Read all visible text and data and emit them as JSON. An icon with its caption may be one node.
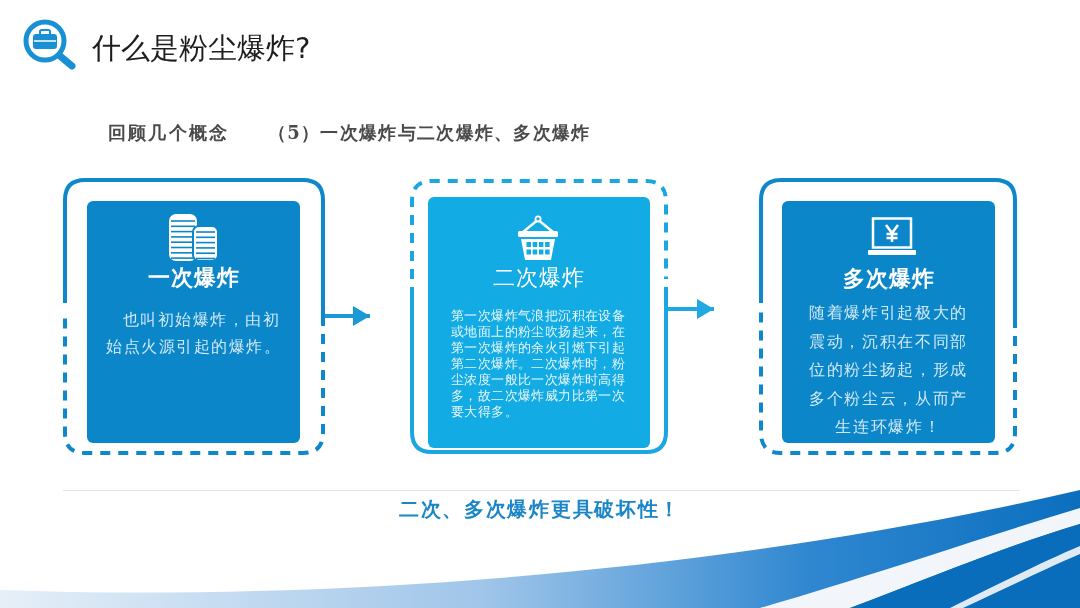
{
  "diagram": {
    "title": "什么是粉尘爆炸?",
    "nodes": [
      {
        "text": [],
        "shape": "box"
      },
      {
        "text": [
          "一次爆炸",
          "也叫初始爆炸，由初始点火源引起的爆炸。"
        ],
        "in": 0
      },
      {
        "text": [],
        "shape": "box"
      },
      {
        "text": [
          "二次爆炸",
          "第一次爆炸气浪把沉积在设备或地面上的粉尘吹扬起来，在第一次爆炸的余火引燃下引起第二次爆炸。二次爆炸时，粉尘浓度一般比一次爆炸时高得多，故二次爆炸威力比第一次要大得多。"
        ],
        "in": 2
      },
      {
        "text": [],
        "shape": "box"
      },
      {
        "text": [
          "多次爆炸",
          "随着爆炸引起极大的震动，沉积在不同部位的粉尘扬起，形成多个粉尘云，从而产生连环爆炸！"
        ],
        "in": 4
      }
    ],
    "edges": [
      {
        "from": 0,
        "to": 2,
        "arrow": "to"
      },
      {
        "from": 2,
        "to": 4,
        "arrow": "to"
      }
    ],
    "labels": [
      "回顾几个概念",
      "（5）一次爆炸与二次爆炸、多次爆炸",
      "二次、多次爆炸更具破坏性！"
    ]
  }
}
